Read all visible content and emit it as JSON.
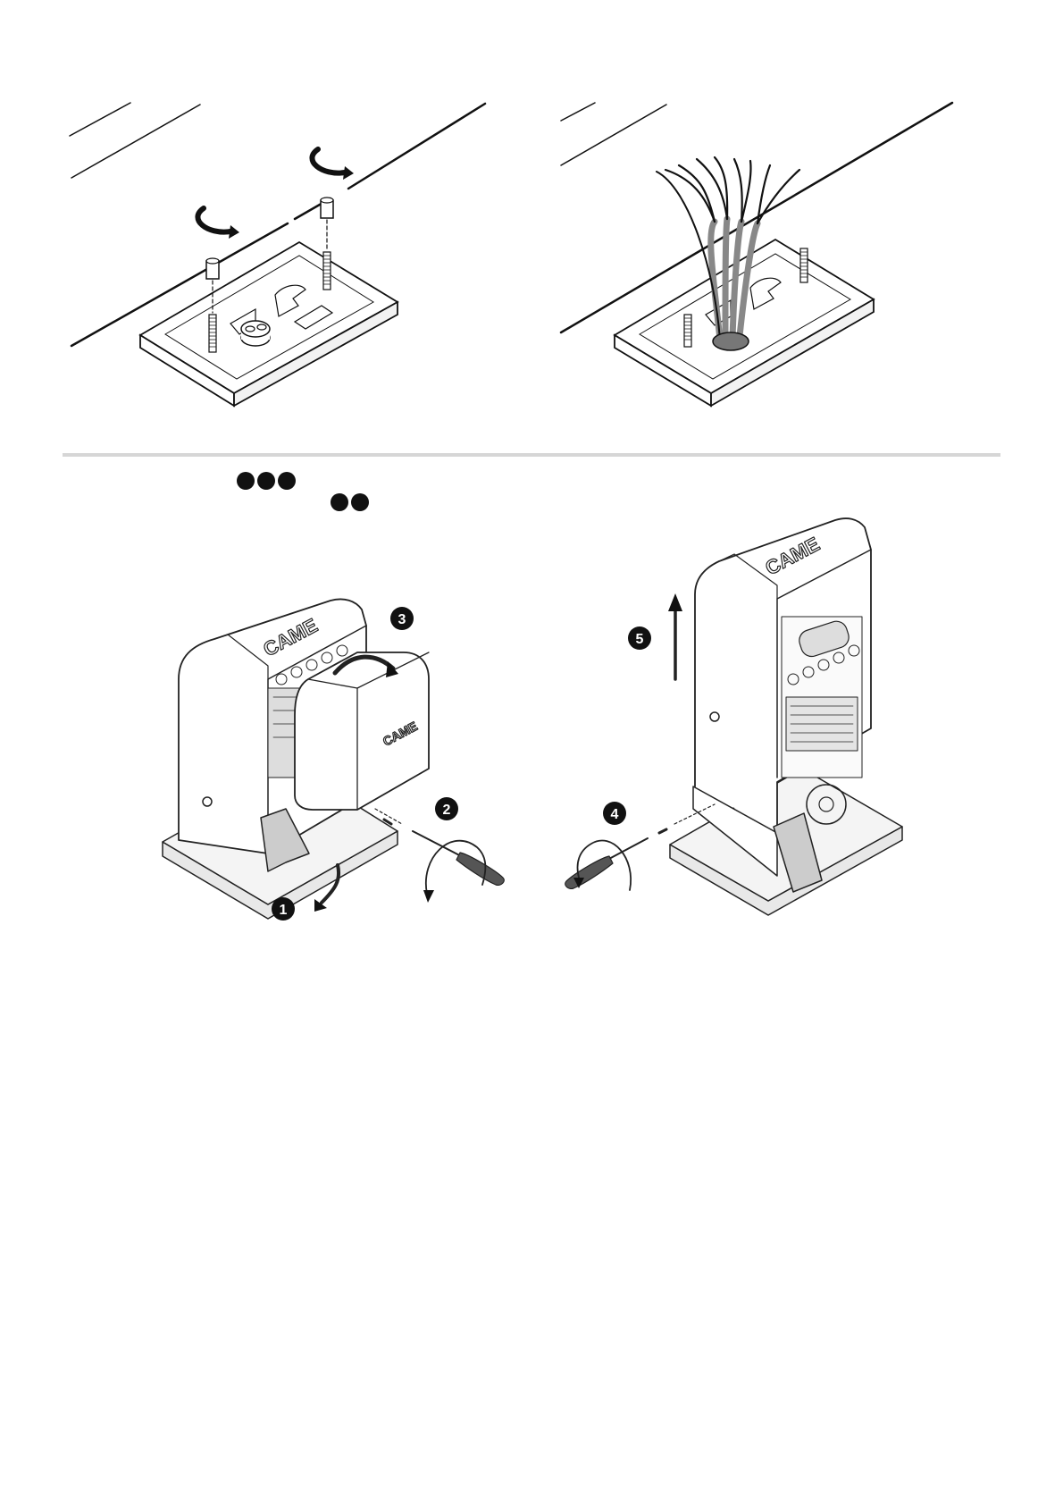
{
  "brand": {
    "logo_text": "CAME"
  },
  "section_markers": {
    "three_dots_count": 3,
    "two_dots_count": 2
  },
  "steps": {
    "step1": "1",
    "step2": "2",
    "step3": "3",
    "step4": "4",
    "step5": "5"
  },
  "colors": {
    "line": "#111111",
    "divider": "#d6d6d6",
    "panel": "#ffffff",
    "shade": "#e6e6e6"
  }
}
